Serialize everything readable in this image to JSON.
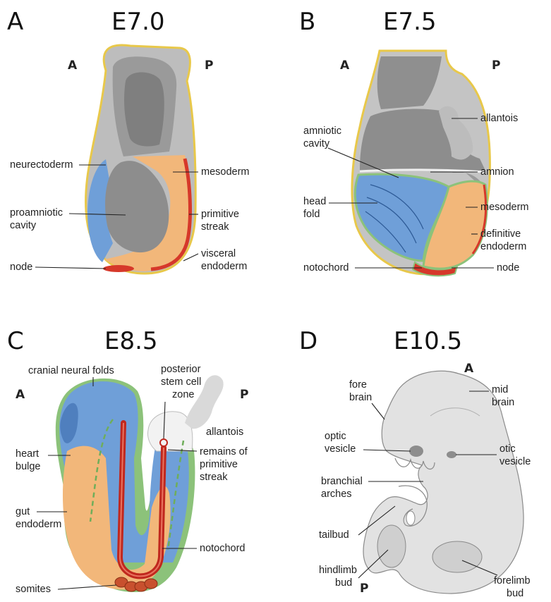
{
  "panels": {
    "A": {
      "letter": "A",
      "stage": "E7.0",
      "anterior": "A",
      "posterior": "P",
      "labels": {
        "neurectoderm": "neurectoderm",
        "mesoderm": "mesoderm",
        "proamniotic_1": "proamniotic",
        "proamniotic_2": "cavity",
        "primitive_1": "primitive",
        "primitive_2": "streak",
        "visceral_1": "visceral",
        "visceral_2": "endoderm",
        "node": "node"
      }
    },
    "B": {
      "letter": "B",
      "stage": "E7.5",
      "anterior": "A",
      "posterior": "P",
      "labels": {
        "allantois": "allantois",
        "amniotic_1": "amniotic",
        "amniotic_2": "cavity",
        "amnion": "amnion",
        "head_1": "head",
        "head_2": "fold",
        "mesoderm": "mesoderm",
        "definitive_1": "definitive",
        "definitive_2": "endoderm",
        "notochord": "notochord",
        "node": "node"
      }
    },
    "C": {
      "letter": "C",
      "stage": "E8.5",
      "anterior": "A",
      "posterior": "P",
      "labels": {
        "cranial": "cranial neural folds",
        "posterior_1": "posterior",
        "posterior_2": "stem cell",
        "posterior_3": "zone",
        "allantois": "allantois",
        "remains_1": "remains of",
        "remains_2": "primitive",
        "remains_3": "streak",
        "heart_1": "heart",
        "heart_2": "bulge",
        "gut_1": "gut",
        "gut_2": "endoderm",
        "notochord": "notochord",
        "somites": "somites"
      }
    },
    "D": {
      "letter": "D",
      "stage": "E10.5",
      "anterior": "A",
      "posterior": "P",
      "labels": {
        "fore_1": "fore",
        "fore_2": "brain",
        "mid_1": "mid",
        "mid_2": "brain",
        "optic_1": "optic",
        "optic_2": "vesicle",
        "otic_1": "otic",
        "otic_2": "vesicle",
        "branchial_1": "branchial",
        "branchial_2": "arches",
        "tailbud": "tailbud",
        "hindlimb_1": "hindlimb",
        "hindlimb_2": "bud",
        "forelimb_1": "forelimb",
        "forelimb_2": "bud"
      }
    }
  },
  "colors": {
    "neurectoderm_blue": "#6f9fd8",
    "mesoderm_orange": "#f2b77a",
    "streak_red": "#d6382a",
    "endoderm_green": "#8cc27a",
    "visceral_yellow": "#f0d25a",
    "cavity_gray": "#8d8d8d",
    "embryo_light": "#e2e2e2"
  }
}
